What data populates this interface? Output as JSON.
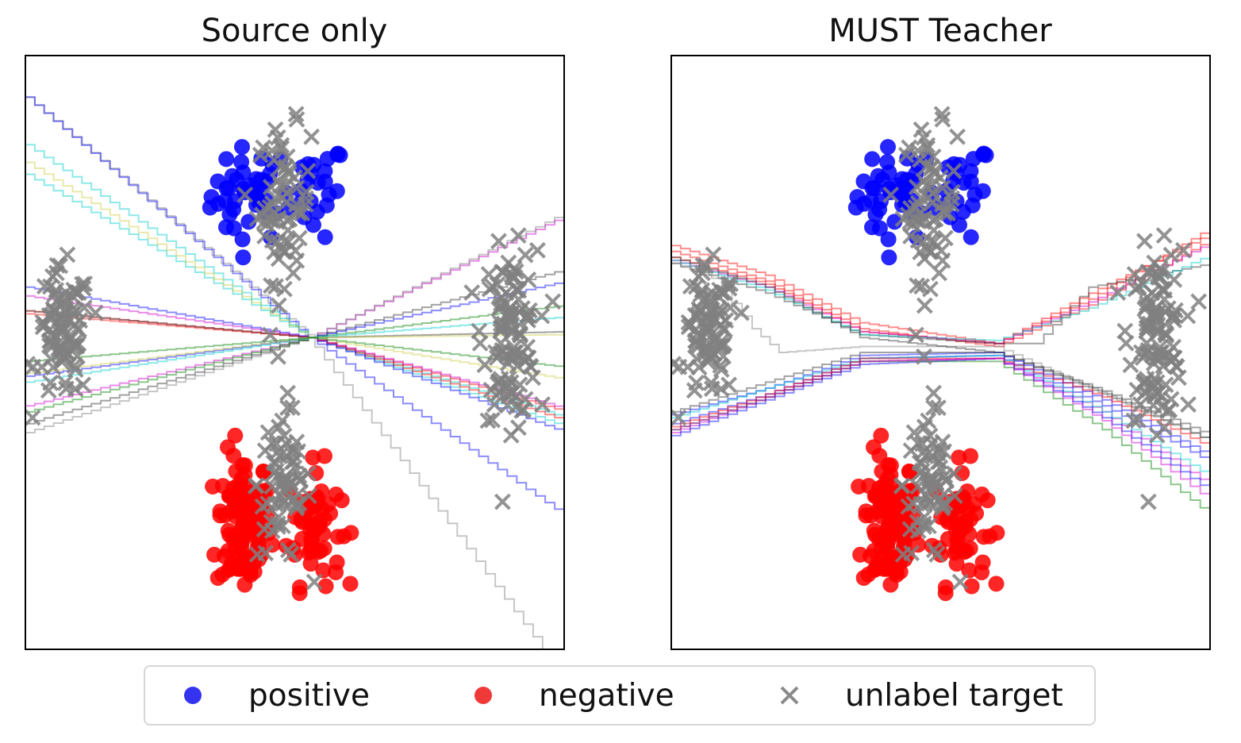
{
  "colors": {
    "positive": "#0000ff",
    "negative": "#ff0000",
    "unlabeled": "#808080",
    "boundary_palette": [
      "#0000ff",
      "#00cccc",
      "#cccc44",
      "#ff0000",
      "#008000",
      "#cc00cc",
      "#333333",
      "#808080"
    ]
  },
  "legend": {
    "positive": "positive",
    "negative": "negative",
    "unlabeled": "unlabel target"
  },
  "chart_data": [
    {
      "type": "scatter",
      "title": "Source only",
      "xlabel": "",
      "ylabel": "",
      "xlim": [
        -1,
        1
      ],
      "ylim": [
        -1,
        1
      ],
      "grid": false,
      "ticks": false,
      "legend_position": "bottom-center",
      "series": [
        {
          "name": "positive",
          "marker": "circle",
          "clusters": [
            {
              "center": [
                -0.17,
                0.53
              ],
              "spread": [
                0.07,
                0.08
              ],
              "count": 40
            },
            {
              "center": [
                0.07,
                0.55
              ],
              "spread": [
                0.06,
                0.08
              ],
              "count": 25
            }
          ]
        },
        {
          "name": "negative",
          "marker": "circle",
          "clusters": [
            {
              "center": [
                -0.19,
                -0.58
              ],
              "spread": [
                0.05,
                0.12
              ],
              "count": 110
            },
            {
              "center": [
                0.07,
                -0.58
              ],
              "spread": [
                0.05,
                0.1
              ],
              "count": 60
            }
          ]
        },
        {
          "name": "unlabel target",
          "marker": "x",
          "clusters": [
            {
              "center": [
                -0.04,
                0.5
              ],
              "spread": [
                0.05,
                0.13
              ],
              "count": 70
            },
            {
              "center": [
                -0.04,
                -0.44
              ],
              "spread": [
                0.05,
                0.13
              ],
              "count": 70
            },
            {
              "center": [
                -0.86,
                0.06
              ],
              "spread": [
                0.05,
                0.11
              ],
              "count": 90
            },
            {
              "center": [
                0.8,
                0.06
              ],
              "spread": [
                0.05,
                0.14
              ],
              "count": 110
            }
          ]
        }
      ],
      "decision_boundaries": [
        {
          "color": "#808080",
          "points": [
            [
              -1,
              0.86
            ],
            [
              0.04,
              0.06
            ],
            [
              0.92,
              -1
            ]
          ]
        },
        {
          "color": "#0000ff",
          "points": [
            [
              -1,
              0.86
            ],
            [
              0.05,
              0.05
            ],
            [
              1,
              -0.55
            ]
          ]
        },
        {
          "color": "#00cccc",
          "points": [
            [
              -1,
              0.7
            ],
            [
              0.05,
              0.05
            ],
            [
              1,
              -0.25
            ]
          ]
        },
        {
          "color": "#00cccc",
          "points": [
            [
              -1,
              0.6
            ],
            [
              0.05,
              0.05
            ],
            [
              1,
              -0.22
            ]
          ]
        },
        {
          "color": "#cccc44",
          "points": [
            [
              -1,
              0.64
            ],
            [
              0.05,
              0.05
            ],
            [
              1,
              -0.09
            ]
          ]
        },
        {
          "color": "#ff0000",
          "points": [
            [
              -1,
              0.14
            ],
            [
              0.05,
              0.05
            ],
            [
              1,
              -0.2
            ]
          ]
        },
        {
          "color": "#ff0000",
          "points": [
            [
              -1,
              0.13
            ],
            [
              0.05,
              0.05
            ],
            [
              1,
              -0.23
            ]
          ]
        },
        {
          "color": "#0000ff",
          "points": [
            [
              -1,
              0.22
            ],
            [
              0.05,
              0.05
            ],
            [
              1,
              -0.27
            ]
          ]
        },
        {
          "color": "#cc00cc",
          "points": [
            [
              -1,
              0.19
            ],
            [
              0.05,
              0.05
            ],
            [
              1,
              -0.19
            ]
          ]
        },
        {
          "color": "#333333",
          "points": [
            [
              -1,
              0.14
            ],
            [
              0.05,
              0.05
            ],
            [
              1,
              0.07
            ]
          ]
        },
        {
          "color": "#cc00cc",
          "points": [
            [
              -1,
              -0.18
            ],
            [
              0.05,
              0.05
            ],
            [
              1,
              0.46
            ]
          ]
        },
        {
          "color": "#808080",
          "points": [
            [
              -1,
              -0.27
            ],
            [
              0.05,
              0.05
            ],
            [
              1,
              0.47
            ]
          ]
        },
        {
          "color": "#333333",
          "points": [
            [
              -1,
              -0.24
            ],
            [
              0.05,
              0.05
            ],
            [
              1,
              0.28
            ]
          ]
        },
        {
          "color": "#0000ff",
          "points": [
            [
              -1,
              -0.08
            ],
            [
              0.05,
              0.05
            ],
            [
              1,
              0.24
            ]
          ]
        },
        {
          "color": "#008000",
          "points": [
            [
              -1,
              -0.2
            ],
            [
              0.05,
              0.05
            ],
            [
              1,
              0.16
            ]
          ]
        },
        {
          "color": "#00cccc",
          "points": [
            [
              -1,
              -0.1
            ],
            [
              0.05,
              0.05
            ],
            [
              1,
              0.12
            ]
          ]
        },
        {
          "color": "#cccc44",
          "points": [
            [
              -1,
              -0.07
            ],
            [
              0.05,
              0.05
            ],
            [
              1,
              0.06
            ]
          ]
        },
        {
          "color": "#008000",
          "points": [
            [
              -1,
              -0.03
            ],
            [
              0.05,
              0.05
            ],
            [
              1,
              -0.05
            ]
          ]
        }
      ]
    },
    {
      "type": "scatter",
      "title": "MUST Teacher",
      "xlabel": "",
      "ylabel": "",
      "xlim": [
        -1,
        1
      ],
      "ylim": [
        -1,
        1
      ],
      "grid": false,
      "ticks": false,
      "legend_position": "bottom-center",
      "series": [
        {
          "name": "positive",
          "marker": "circle",
          "clusters": [
            {
              "center": [
                -0.17,
                0.53
              ],
              "spread": [
                0.07,
                0.08
              ],
              "count": 40
            },
            {
              "center": [
                0.07,
                0.55
              ],
              "spread": [
                0.06,
                0.08
              ],
              "count": 25
            }
          ]
        },
        {
          "name": "negative",
          "marker": "circle",
          "clusters": [
            {
              "center": [
                -0.19,
                -0.58
              ],
              "spread": [
                0.05,
                0.12
              ],
              "count": 110
            },
            {
              "center": [
                0.07,
                -0.58
              ],
              "spread": [
                0.05,
                0.1
              ],
              "count": 60
            }
          ]
        },
        {
          "name": "unlabel target",
          "marker": "x",
          "clusters": [
            {
              "center": [
                -0.04,
                0.5
              ],
              "spread": [
                0.05,
                0.13
              ],
              "count": 70
            },
            {
              "center": [
                -0.04,
                -0.44
              ],
              "spread": [
                0.05,
                0.13
              ],
              "count": 70
            },
            {
              "center": [
                -0.86,
                0.06
              ],
              "spread": [
                0.05,
                0.11
              ],
              "count": 90
            },
            {
              "center": [
                0.8,
                0.06
              ],
              "spread": [
                0.05,
                0.14
              ],
              "count": 110
            }
          ]
        }
      ],
      "decision_boundaries": [
        {
          "color": "#ff0000",
          "points": [
            [
              -1,
              0.36
            ],
            [
              -0.65,
              0.26
            ],
            [
              -0.3,
              0.1
            ],
            [
              0.2,
              0.03
            ],
            [
              0.55,
              0.18
            ],
            [
              1,
              0.42
            ]
          ]
        },
        {
          "color": "#ff0000",
          "points": [
            [
              -1,
              0.34
            ],
            [
              -0.65,
              0.24
            ],
            [
              -0.3,
              0.08
            ],
            [
              0.2,
              0.02
            ],
            [
              0.55,
              0.16
            ],
            [
              1,
              0.38
            ]
          ]
        },
        {
          "color": "#ff0000",
          "points": [
            [
              -1,
              0.32
            ],
            [
              -0.65,
              0.23
            ],
            [
              -0.3,
              0.07
            ],
            [
              0.2,
              0.03
            ],
            [
              0.55,
              0.2
            ],
            [
              1,
              0.4
            ]
          ]
        },
        {
          "color": "#cc00cc",
          "points": [
            [
              -1,
              0.31
            ],
            [
              -0.65,
              0.22
            ],
            [
              -0.3,
              0.07
            ],
            [
              0.2,
              0.03
            ],
            [
              0.55,
              0.17
            ],
            [
              1,
              0.37
            ]
          ]
        },
        {
          "color": "#333333",
          "points": [
            [
              -1,
              0.3
            ],
            [
              -0.65,
              0.2
            ],
            [
              -0.3,
              0.06
            ],
            [
              0.2,
              0.03
            ],
            [
              0.35,
              0.03
            ],
            [
              0.55,
              0.22
            ],
            [
              1,
              0.3
            ]
          ]
        },
        {
          "color": "#00cccc",
          "points": [
            [
              -1,
              0.31
            ],
            [
              -0.65,
              0.21
            ],
            [
              -0.3,
              0.06
            ],
            [
              0.2,
              0.04
            ],
            [
              0.55,
              0.15
            ],
            [
              1,
              0.33
            ]
          ]
        },
        {
          "color": "#808080",
          "points": [
            [
              -1,
              0.3
            ],
            [
              -0.85,
              0.25
            ],
            [
              -0.7,
              0.08
            ],
            [
              -0.6,
              0.0
            ],
            [
              -0.3,
              0.02
            ],
            [
              0.2,
              0.02
            ],
            [
              0.55,
              -0.12
            ],
            [
              1,
              -0.3
            ]
          ]
        },
        {
          "color": "#333333",
          "points": [
            [
              -1,
              0.32
            ],
            [
              -0.65,
              0.22
            ],
            [
              -0.3,
              0.05
            ],
            [
              0.2,
              0.0
            ],
            [
              0.6,
              -0.14
            ],
            [
              1,
              -0.3
            ]
          ]
        },
        {
          "color": "#0000ff",
          "points": [
            [
              -1,
              -0.21
            ],
            [
              -0.65,
              -0.12
            ],
            [
              -0.3,
              -0.01
            ],
            [
              0.2,
              0.0
            ],
            [
              0.6,
              -0.16
            ],
            [
              1,
              -0.35
            ]
          ]
        },
        {
          "color": "#0000ff",
          "points": [
            [
              -1,
              -0.24
            ],
            [
              -0.65,
              -0.14
            ],
            [
              -0.3,
              -0.02
            ],
            [
              0.2,
              -0.01
            ],
            [
              0.6,
              -0.18
            ],
            [
              1,
              -0.37
            ]
          ]
        },
        {
          "color": "#cc00cc",
          "points": [
            [
              -1,
              -0.27
            ],
            [
              -0.65,
              -0.15
            ],
            [
              -0.3,
              -0.03
            ],
            [
              0.2,
              -0.02
            ],
            [
              0.6,
              -0.2
            ],
            [
              1,
              -0.45
            ]
          ]
        },
        {
          "color": "#00cccc",
          "points": [
            [
              -1,
              -0.22
            ],
            [
              -0.65,
              -0.12
            ],
            [
              -0.3,
              -0.02
            ],
            [
              0.2,
              -0.01
            ],
            [
              0.6,
              -0.2
            ],
            [
              1,
              -0.42
            ]
          ]
        },
        {
          "color": "#0000ff",
          "points": [
            [
              -1,
              -0.28
            ],
            [
              -0.65,
              -0.16
            ],
            [
              -0.3,
              -0.04
            ],
            [
              0.2,
              -0.02
            ],
            [
              0.6,
              -0.22
            ],
            [
              1,
              -0.47
            ]
          ]
        },
        {
          "color": "#008000",
          "points": [
            [
              -1,
              -0.26
            ],
            [
              -0.65,
              -0.15
            ],
            [
              -0.3,
              -0.03
            ],
            [
              0.2,
              -0.03
            ],
            [
              0.6,
              -0.26
            ],
            [
              1,
              -0.55
            ]
          ]
        },
        {
          "color": "#ff0000",
          "points": [
            [
              -1,
              -0.25
            ],
            [
              -0.65,
              -0.14
            ],
            [
              -0.3,
              -0.02
            ],
            [
              0.2,
              -0.02
            ],
            [
              0.6,
              -0.15
            ],
            [
              1,
              -0.32
            ]
          ]
        },
        {
          "color": "#cc00cc",
          "points": [
            [
              -1,
              -0.26
            ],
            [
              -0.65,
              -0.15
            ],
            [
              -0.3,
              -0.03
            ],
            [
              0.2,
              -0.02
            ],
            [
              0.6,
              -0.23
            ],
            [
              1,
              -0.5
            ]
          ]
        },
        {
          "color": "#333333",
          "points": [
            [
              -1,
              -0.2
            ],
            [
              -0.65,
              -0.1
            ],
            [
              -0.3,
              0.0
            ],
            [
              0.2,
              0.0
            ],
            [
              0.6,
              -0.13
            ],
            [
              1,
              -0.28
            ]
          ]
        }
      ]
    }
  ]
}
